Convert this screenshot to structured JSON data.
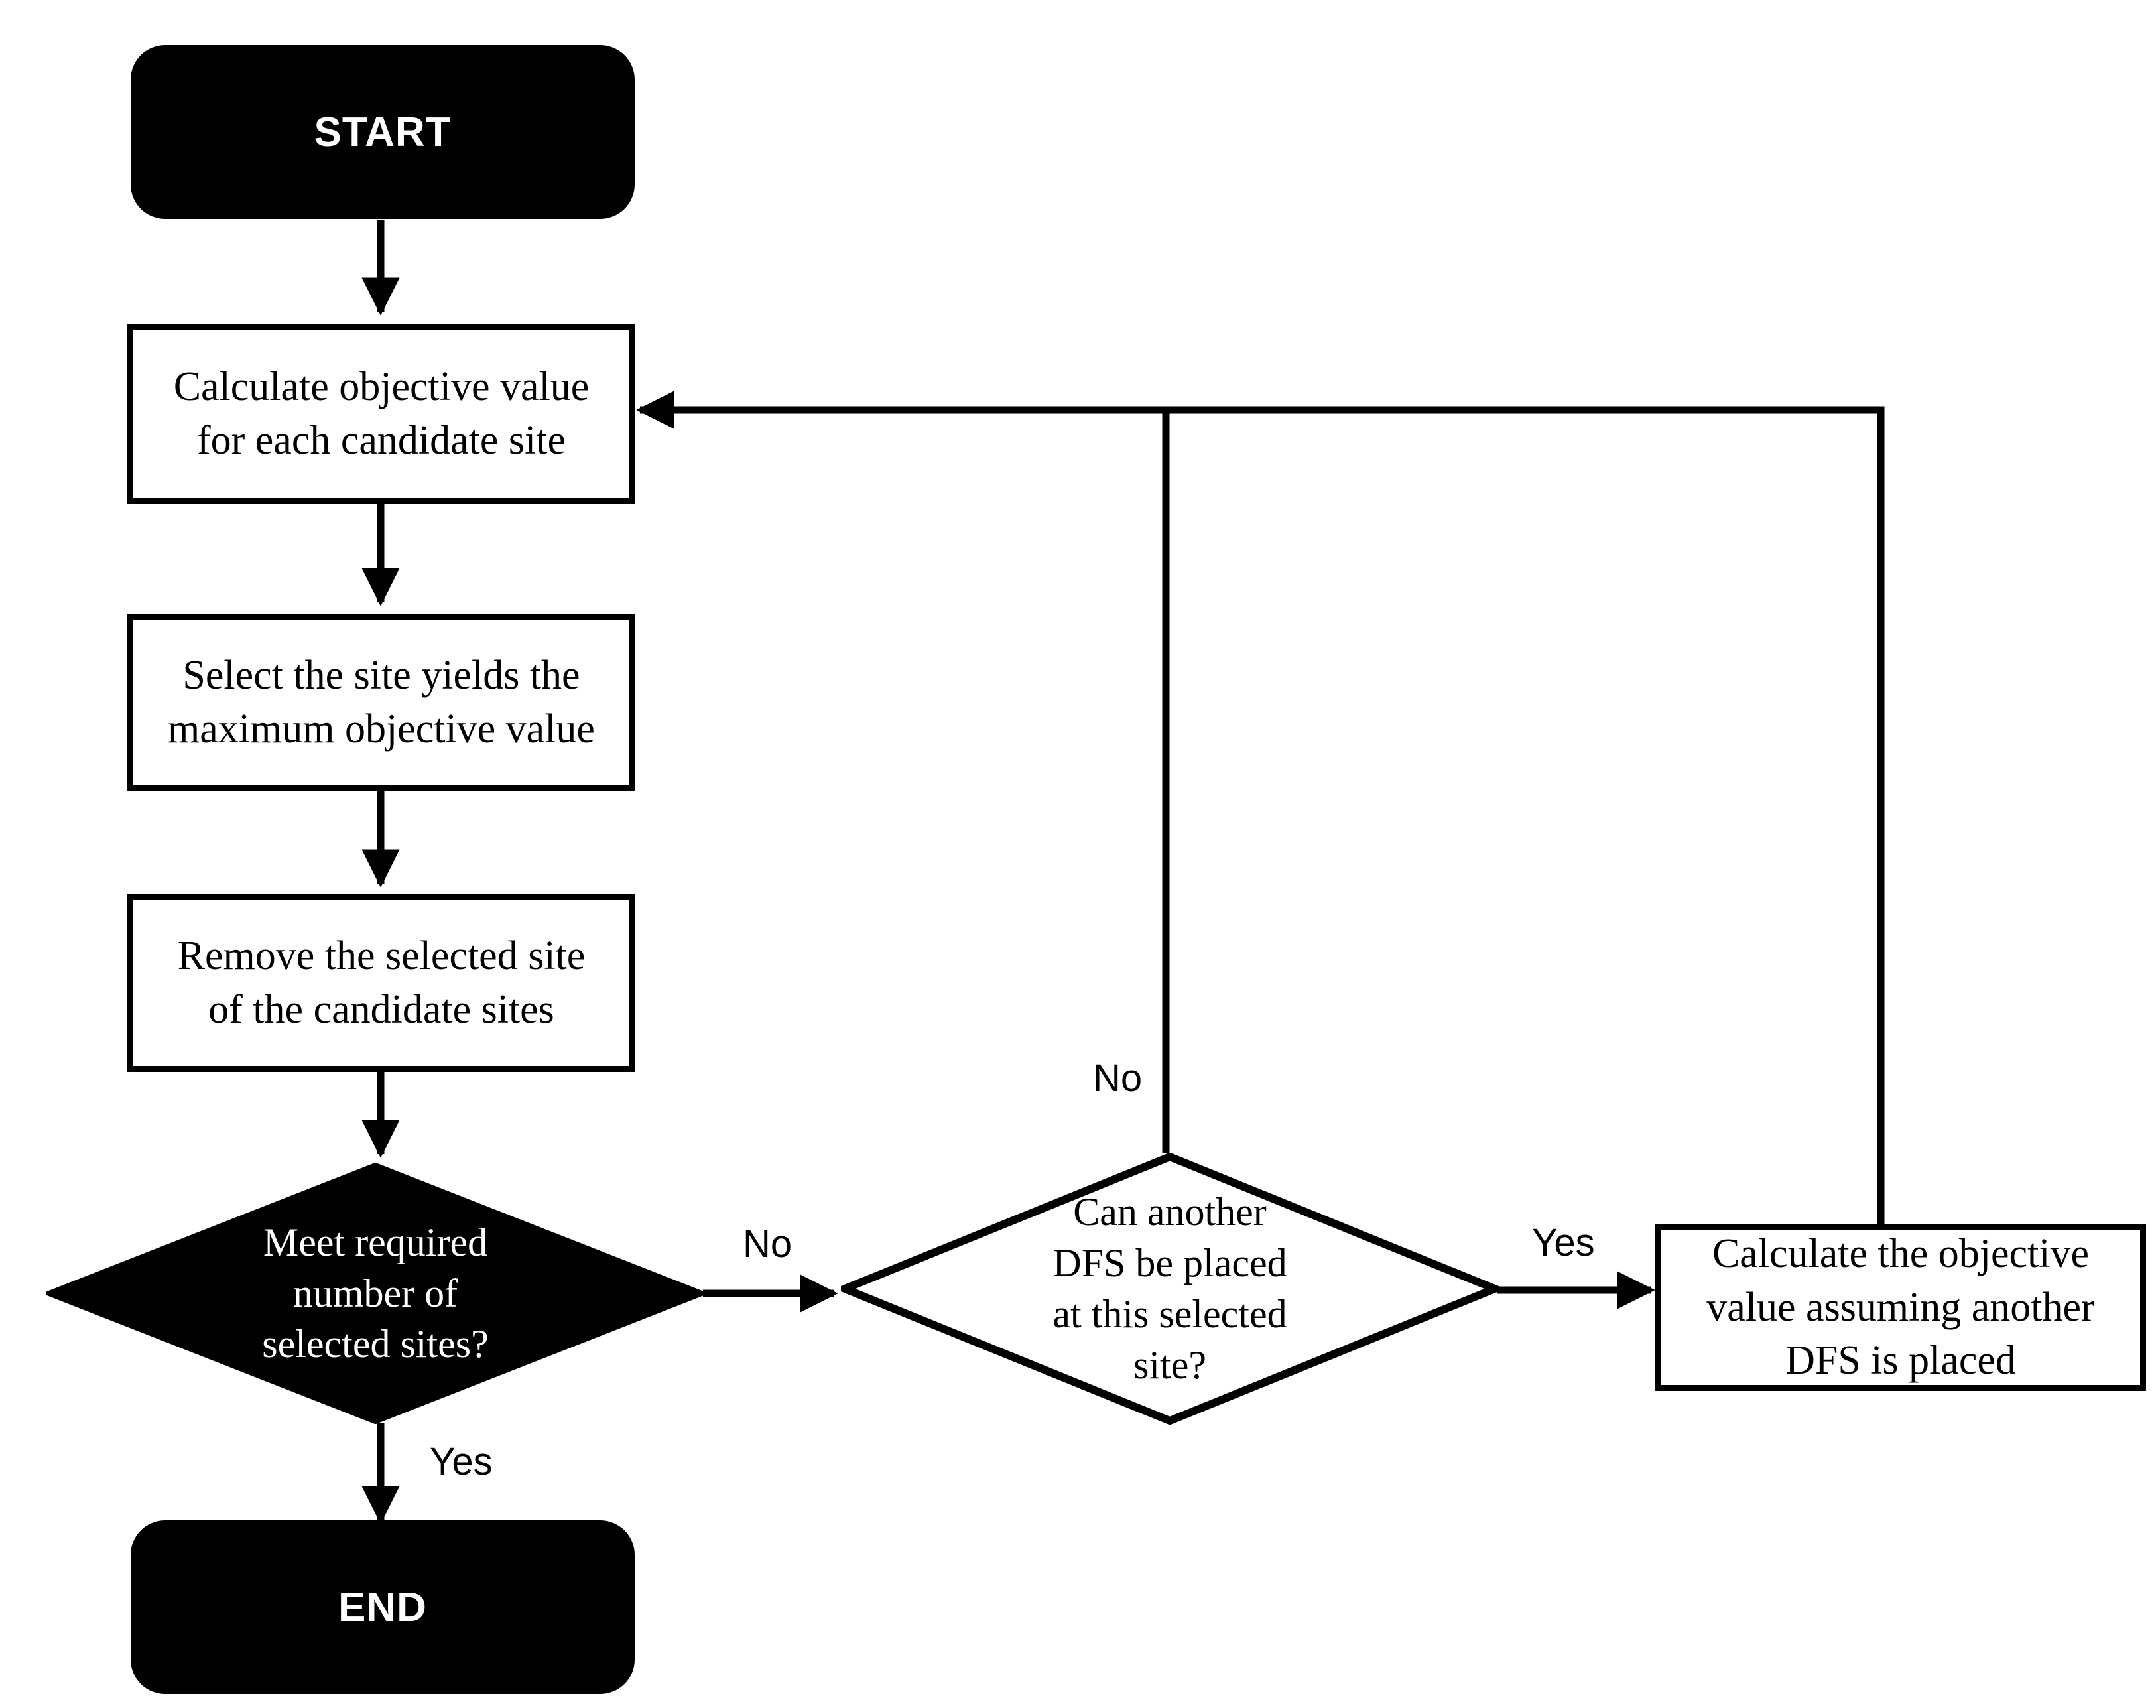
{
  "diagram": {
    "type": "flowchart",
    "title": "Greedy DFS siting algorithm flowchart",
    "orientation": "top-to-bottom with right-hand feedback loop",
    "colors": {
      "background": "#ffffff",
      "stroke": "#000000",
      "terminator_fill": "#000000",
      "terminator_text": "#ffffff",
      "process_fill": "#ffffff",
      "process_text": "#000000",
      "decision_filled_fill": "#000000",
      "decision_filled_text": "#ffffff",
      "decision_outline_fill": "#ffffff",
      "decision_outline_text": "#000000"
    }
  },
  "nodes": {
    "start": {
      "label": "START",
      "shape": "terminator"
    },
    "calc_candidates": {
      "shape": "process",
      "lines": [
        "Calculate objective value",
        "for each candidate site"
      ],
      "text": "Calculate objective value for each candidate site"
    },
    "select_max": {
      "shape": "process",
      "lines": [
        "Select the site yields the",
        "maximum objective value"
      ],
      "text": "Select the site yields the maximum objective value"
    },
    "remove_selected": {
      "shape": "process",
      "lines": [
        "Remove the selected site",
        "of the candidate sites"
      ],
      "text": "Remove the selected site of the candidate sites"
    },
    "meet_required": {
      "shape": "decision",
      "fill": "black",
      "lines": [
        "Meet required",
        "number of",
        "selected sites?"
      ],
      "text": "Meet required number of selected sites?"
    },
    "can_place_another": {
      "shape": "decision",
      "fill": "white",
      "lines": [
        "Can another",
        "DFS be placed",
        "at this selected",
        "site?"
      ],
      "text": "Can another DFS be placed at this selected site?"
    },
    "calc_assuming": {
      "shape": "process",
      "lines": [
        "Calculate the objective",
        "value assuming another",
        "DFS is placed"
      ],
      "text": "Calculate the objective value assuming another DFS is placed"
    },
    "end": {
      "label": "END",
      "shape": "terminator"
    }
  },
  "edge_labels": {
    "meet_required_no": "No",
    "meet_required_yes": "Yes",
    "can_place_no": "No",
    "can_place_yes": "Yes"
  },
  "edges": [
    {
      "from": "start",
      "to": "calc_candidates",
      "label": ""
    },
    {
      "from": "calc_candidates",
      "to": "select_max",
      "label": ""
    },
    {
      "from": "select_max",
      "to": "remove_selected",
      "label": ""
    },
    {
      "from": "remove_selected",
      "to": "meet_required",
      "label": ""
    },
    {
      "from": "meet_required",
      "to": "end",
      "label": "Yes"
    },
    {
      "from": "meet_required",
      "to": "can_place_another",
      "label": "No"
    },
    {
      "from": "can_place_another",
      "to": "calc_candidates",
      "label": "No"
    },
    {
      "from": "can_place_another",
      "to": "calc_assuming",
      "label": "Yes"
    },
    {
      "from": "calc_assuming",
      "to": "calc_candidates",
      "label": ""
    }
  ]
}
